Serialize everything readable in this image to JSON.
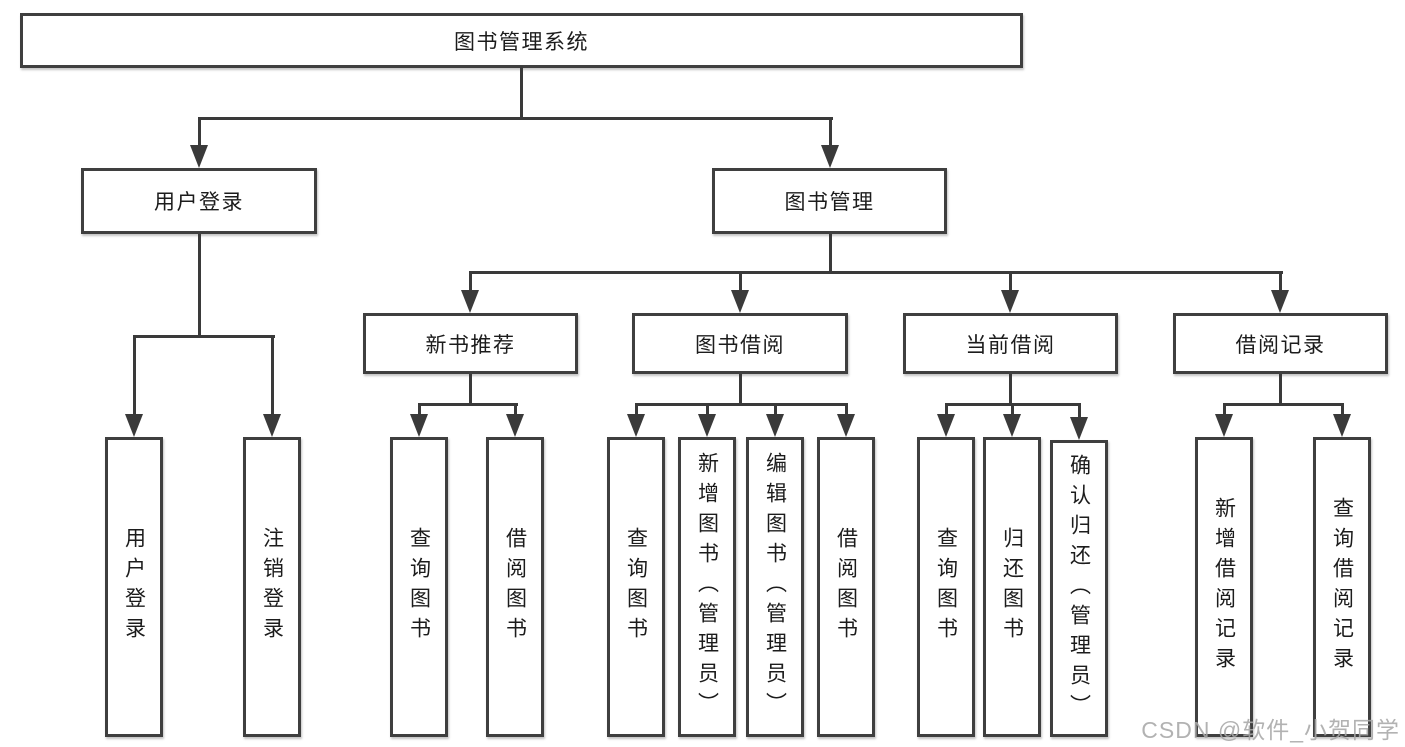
{
  "title": "图书管理系统",
  "nodes": {
    "user_login": {
      "label": "用户登录",
      "children": [
        "用户登录",
        "注销登录"
      ]
    },
    "book_mgmt": {
      "label": "图书管理"
    },
    "new_books": {
      "label": "新书推荐",
      "children": [
        "查询图书",
        "借阅图书"
      ]
    },
    "book_borrow": {
      "label": "图书借阅",
      "children": [
        "查询图书",
        "新增图书（管理员）",
        "编辑图书（管理员）",
        "借阅图书"
      ]
    },
    "current_borrow": {
      "label": "当前借阅",
      "children": [
        "查询图书",
        "归还图书",
        "确认归还（管理员）"
      ]
    },
    "borrow_records": {
      "label": "借阅记录",
      "children": [
        "新增借阅记录",
        "查询借阅记录"
      ]
    }
  },
  "watermark": "CSDN @软件_小贺同学",
  "colors": {
    "line": "#3a3a3a",
    "border": "#3f3f3f",
    "text": "#1c1c1c",
    "watermark": "#a8a8a8"
  }
}
